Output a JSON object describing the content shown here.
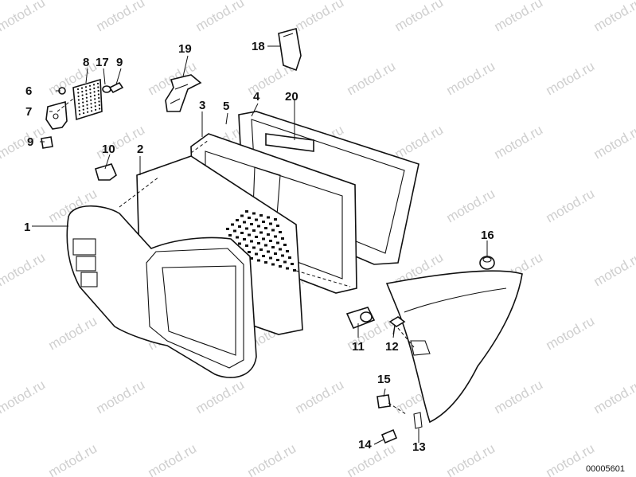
{
  "watermark": "motod.ru",
  "reference_number": "00005601",
  "callouts": {
    "c1": "1",
    "c2": "2",
    "c3": "3",
    "c4": "4",
    "c5": "5",
    "c6": "6",
    "c7": "7",
    "c8": "8",
    "c9a": "9",
    "c9b": "9",
    "c10": "10",
    "c11": "11",
    "c12": "12",
    "c13": "13",
    "c14": "14",
    "c15": "15",
    "c16": "16",
    "c17": "17",
    "c18": "18",
    "c19": "19",
    "c20": "20"
  }
}
